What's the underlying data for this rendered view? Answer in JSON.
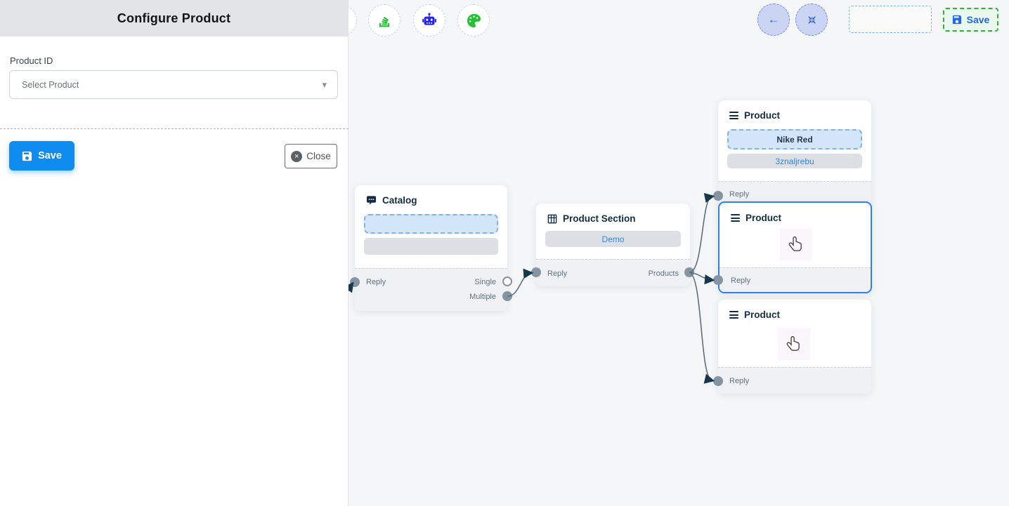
{
  "panel": {
    "title": "Configure Product",
    "product_id_label": "Product ID",
    "select_value": "Select Product",
    "save_label": "Save",
    "close_label": "Close"
  },
  "glyphs": {
    "caret": "▾",
    "back": "←",
    "close": "×"
  },
  "canvas_toolbar": {
    "icons": [
      "stack-icon",
      "robot-icon",
      "palette-icon"
    ]
  },
  "top_controls": {
    "save_label": "Save"
  },
  "nodes": {
    "catalog": {
      "title": "Catalog",
      "reply_label": "Reply",
      "single_label": "Single",
      "multiple_label": "Multiple"
    },
    "product_section": {
      "title": "Product Section",
      "item_label": "Demo",
      "reply_label": "Reply",
      "products_label": "Products"
    },
    "product_1": {
      "title": "Product",
      "item_1": "Nike Red",
      "item_2": "3znaljrebu",
      "reply_label": "Reply"
    },
    "product_2": {
      "title": "Product",
      "reply_label": "Reply"
    },
    "product_3": {
      "title": "Product",
      "reply_label": "Reply"
    }
  },
  "colors": {
    "accent_blue": "#0f8cf0",
    "selected_blue": "#2f80ed",
    "link_blue": "#2f86ed",
    "green": "#22bb33",
    "robot_blue": "#2323f2",
    "top_save_green": "#2eb33a",
    "edge": "#5d7080",
    "port": "#8494a3",
    "arrow": "#17374f",
    "panel_header_bg": "#e3e4e7",
    "canvas_bg": "#f5f6f7"
  }
}
